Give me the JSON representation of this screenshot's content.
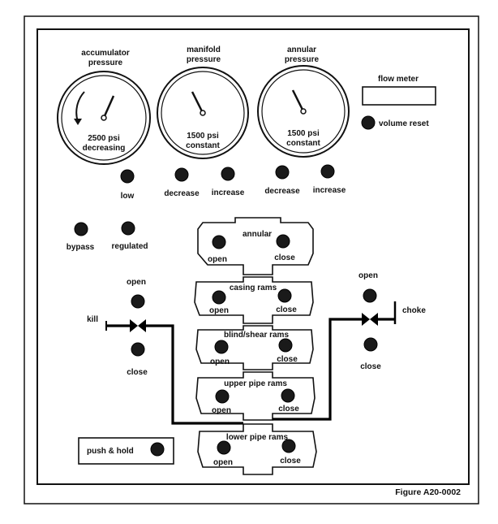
{
  "gauges": {
    "accumulator": {
      "title1": "accumulator",
      "title2": "pressure",
      "reading": "2500 psi",
      "status": "decreasing"
    },
    "manifold": {
      "title1": "manifold",
      "title2": "pressure",
      "reading": "1500 psi",
      "status": "constant"
    },
    "annular": {
      "title1": "annular",
      "title2": "pressure",
      "reading": "1500 psi",
      "status": "constant"
    }
  },
  "flow_meter": {
    "label": "flow meter",
    "value": ""
  },
  "volume_reset": {
    "label": "volume reset"
  },
  "controls": {
    "low": "low",
    "manifold_decrease": "decrease",
    "manifold_increase": "increase",
    "annular_decrease": "decrease",
    "annular_increase": "increase",
    "bypass": "bypass",
    "regulated": "regulated"
  },
  "stack": [
    {
      "name": "annular",
      "open": "open",
      "close": "close"
    },
    {
      "name": "casing rams",
      "open": "open",
      "close": "close"
    },
    {
      "name": "blind/shear rams",
      "open": "open",
      "close": "close"
    },
    {
      "name": "upper pipe rams",
      "open": "open",
      "close": "close"
    },
    {
      "name": "lower pipe rams",
      "open": "open",
      "close": "close"
    }
  ],
  "kill": {
    "label": "kill",
    "open": "open",
    "close": "close"
  },
  "choke": {
    "label": "choke",
    "open": "open",
    "close": "close"
  },
  "push_hold": {
    "label": "push & hold"
  },
  "figure_label": "Figure A20-0002"
}
